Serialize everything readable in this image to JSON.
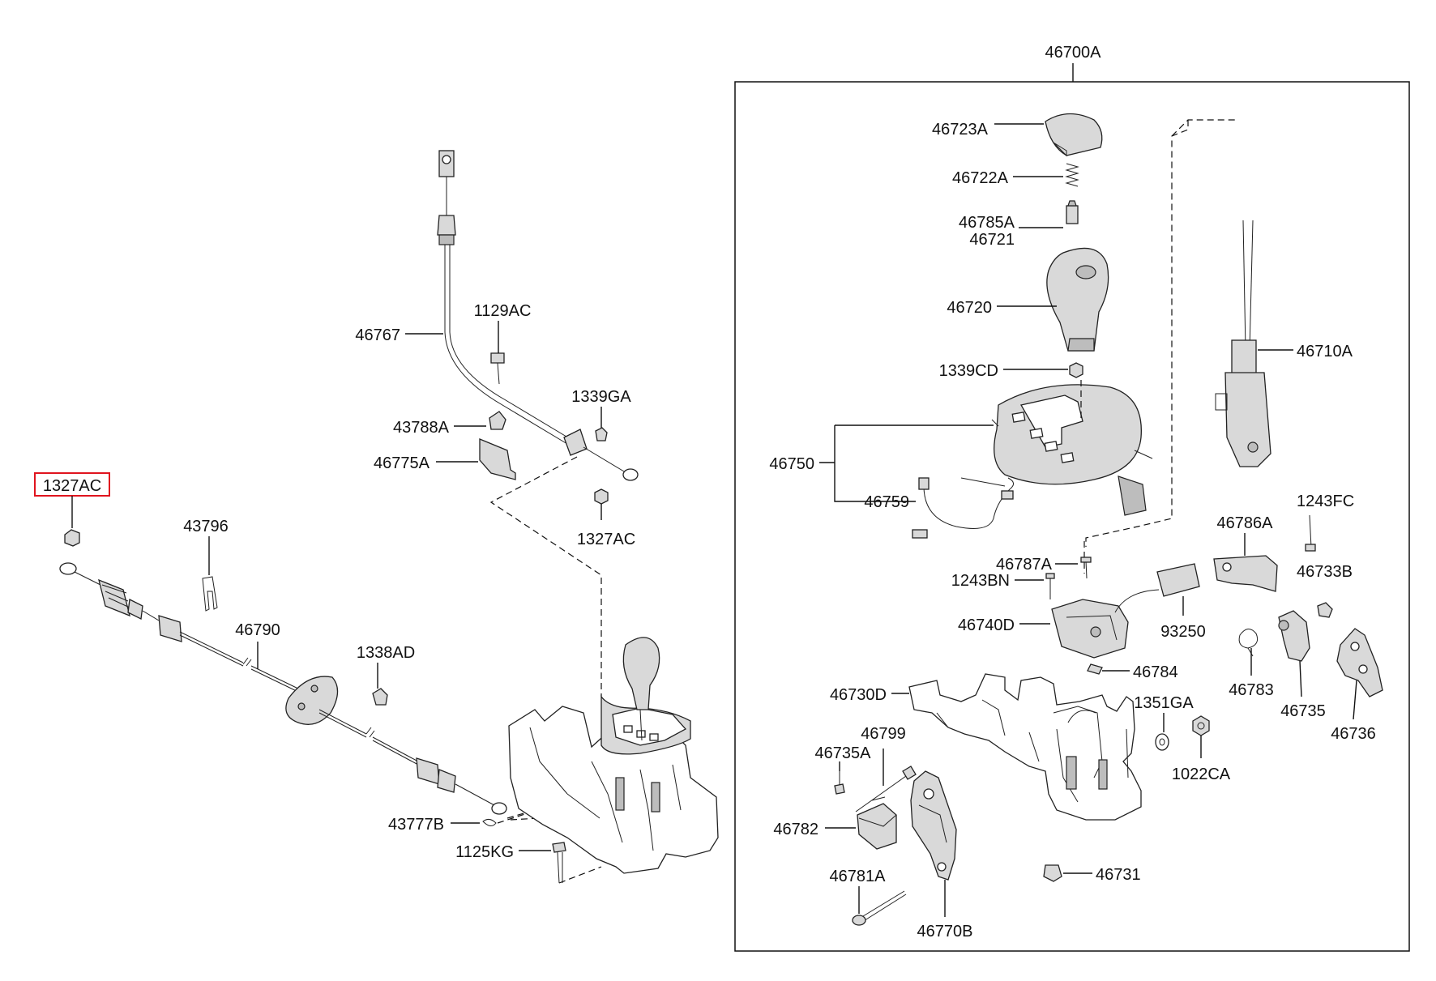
{
  "diagram": {
    "highlighted_part": "1327AC",
    "colors": {
      "highlight": "#e0141e",
      "line": "#111111",
      "part_fill": "#d9d9d9"
    },
    "labels": {
      "p46700A": "46700A",
      "p46723A": "46723A",
      "p46722A": "46722A",
      "p46785A": "46785A",
      "p46721": "46721",
      "p46720": "46720",
      "p1339CD": "1339CD",
      "p46710A": "46710A",
      "p46750": "46750",
      "p46759": "46759",
      "p1243FC": "1243FC",
      "p46786A": "46786A",
      "p46787A": "46787A",
      "p1243BN": "1243BN",
      "p46733B": "46733B",
      "p46740D": "46740D",
      "p93250": "93250",
      "p46784": "46784",
      "p46783": "46783",
      "p46735": "46735",
      "p46730D": "46730D",
      "p1351GA": "1351GA",
      "p46736": "46736",
      "p46799": "46799",
      "p46735A": "46735A",
      "p1022CA": "1022CA",
      "p46782": "46782",
      "p46731": "46731",
      "p46781A": "46781A",
      "p46770B": "46770B",
      "p46767": "46767",
      "p1129AC": "1129AC",
      "p1339GA": "1339GA",
      "p43788A": "43788A",
      "p46775A": "46775A",
      "p1327AC_top": "1327AC",
      "p1327AC_left": "1327AC",
      "p43796": "43796",
      "p46790": "46790",
      "p1338AD": "1338AD",
      "p43777B": "43777B",
      "p1125KG": "1125KG"
    }
  }
}
